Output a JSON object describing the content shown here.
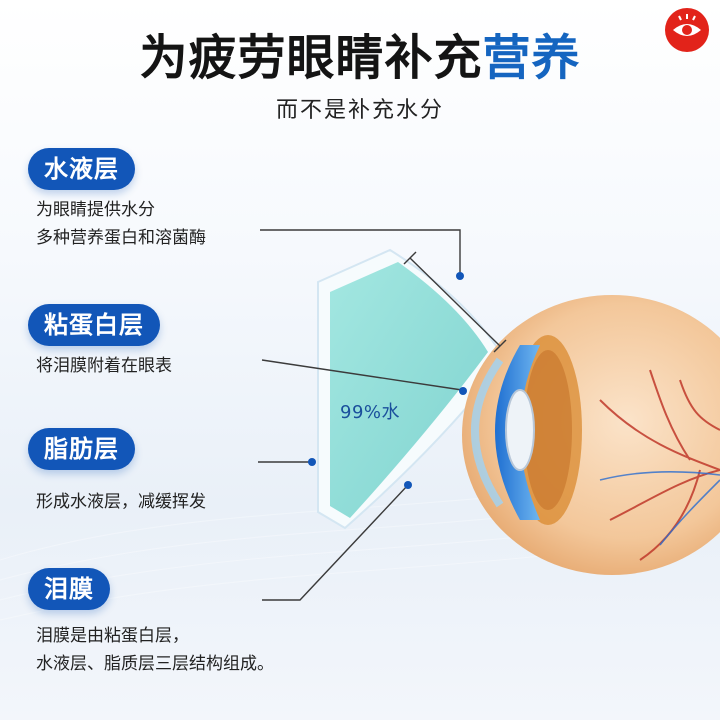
{
  "title": {
    "dark": "为疲劳眼睛补充",
    "highlight": "营养"
  },
  "subtitle": "而不是补充水分",
  "layers": [
    {
      "label": "水液层",
      "desc": [
        "为眼睛提供水分",
        "多种营养蛋白和溶菌酶"
      ]
    },
    {
      "label": "粘蛋白层",
      "desc": [
        "将泪膜附着在眼表"
      ]
    },
    {
      "label": "脂肪层",
      "desc": [
        "形成水液层，减缓挥发"
      ]
    },
    {
      "label": "泪膜",
      "desc": [
        "泪膜是由粘蛋白层，",
        "水液层、脂质层三层结构组成。"
      ]
    }
  ],
  "diagram": {
    "water_label": "99%水"
  },
  "colors": {
    "accent": "#1256b8",
    "highlight": "#1565c0",
    "water": "#8fded9",
    "logo": "#e2231a"
  },
  "logo": {
    "icon": "eye-icon"
  }
}
